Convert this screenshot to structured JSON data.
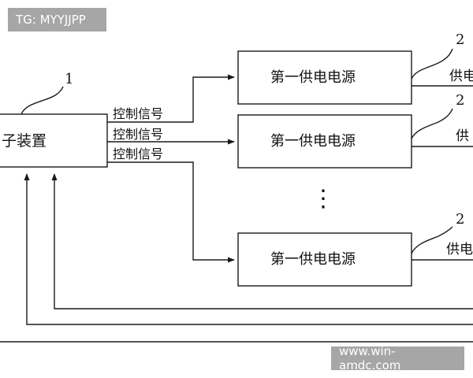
{
  "diagram": {
    "control_device": {
      "label": "子装置",
      "ref": "1"
    },
    "signals": [
      "控制信号",
      "控制信号",
      "控制信号"
    ],
    "supplies": [
      {
        "label": "第一供电电源",
        "ref": "2",
        "out_label": "供电"
      },
      {
        "label": "第一供电电源",
        "ref": "2",
        "out_label": "供"
      },
      {
        "label": "第一供电电源",
        "ref": "2",
        "out_label": "供电"
      }
    ],
    "ellipsis": "⋮"
  },
  "watermarks": {
    "top": "TG: MYYJJPP",
    "bottom": "www.win-amdc.com"
  }
}
